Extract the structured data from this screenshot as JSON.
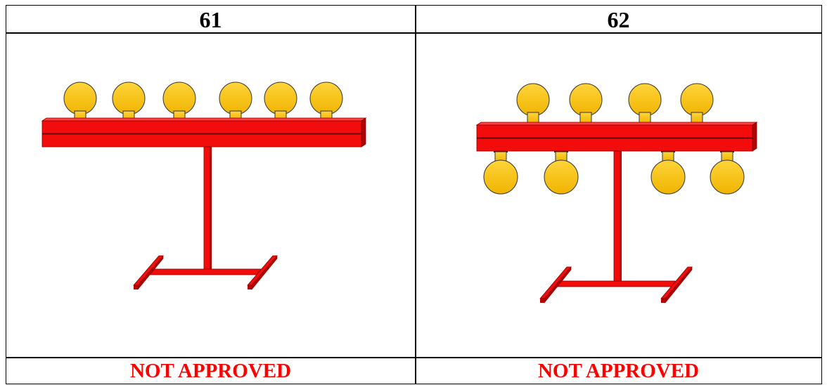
{
  "columns": [
    {
      "number": "61",
      "status": "NOT APPROVED",
      "top_plates": 6,
      "bottom_plates": 0
    },
    {
      "number": "62",
      "status": "NOT APPROVED",
      "top_plates": 4,
      "bottom_plates": 4
    }
  ],
  "colors": {
    "frame": "#f20c0c",
    "frame_dark": "#b00000",
    "plate": "#f8c81c",
    "status_text": "#ff0000"
  }
}
